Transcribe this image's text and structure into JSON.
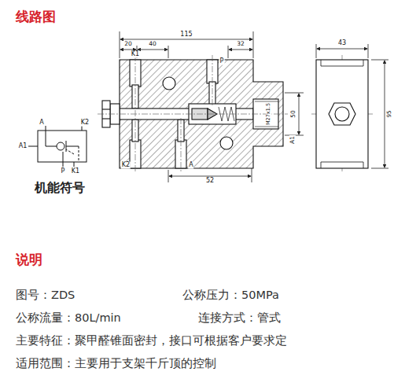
{
  "diagram": {
    "title": "线路图",
    "labels": [
      "K1",
      "P",
      "115",
      "20",
      "40",
      "32",
      "43",
      "M27x1.5",
      "50",
      "A1",
      "95",
      "K2",
      "A",
      "52",
      "A",
      "K2",
      "A1",
      "P",
      "K1",
      "机能符号",
      "说明",
      "图号：ZDS",
      "公称压力：50MPa",
      "公称流量：80L/min",
      "连接方式：管式",
      "主要特征：聚甲醛锥面密封，接口可根据客户要求定",
      "适用范围：主要用于支架千斤顶的控制"
    ]
  }
}
